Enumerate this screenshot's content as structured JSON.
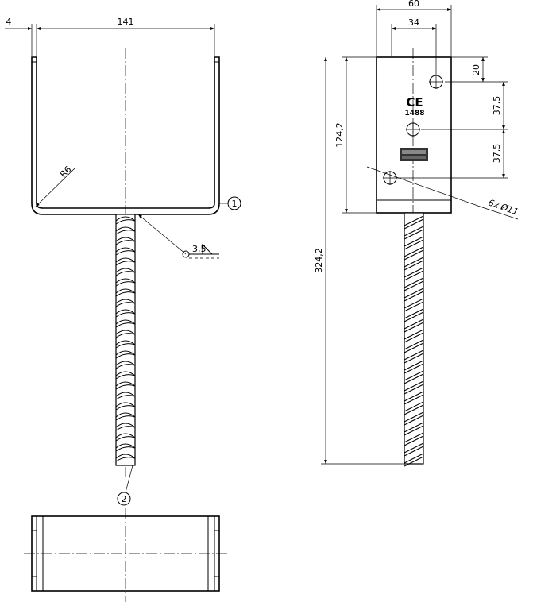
{
  "front_view": {
    "dim_width": "141",
    "dim_thickness": "4",
    "dim_radius": "R6",
    "weld_size": "3,5",
    "balloon_plate": "1",
    "balloon_rebar": "2"
  },
  "side_view": {
    "dim_plate_width": "60",
    "dim_hole_spacing_h": "34",
    "dim_top_offset": "20",
    "dim_hole_spacing_v1": "37,5",
    "dim_hole_spacing_v2": "37,5",
    "dim_plate_height": "124,2",
    "dim_total_height": "324,2",
    "dim_holes": "6x",
    "dim_hole_diameter": "Ø11",
    "ce_mark": "CE",
    "ce_number": "1488"
  },
  "colors": {
    "line": "#000000",
    "plate_fill": "#ffffff",
    "label_fill": "#333333"
  }
}
